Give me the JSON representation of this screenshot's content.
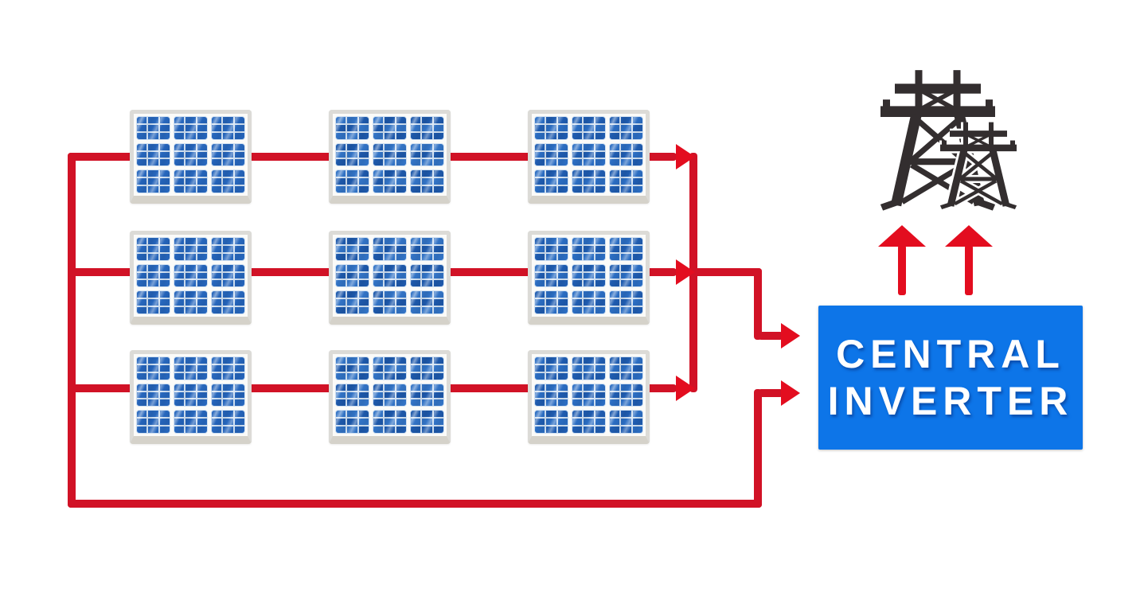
{
  "diagram": {
    "inverter": {
      "line1": "CENTRAL",
      "line2": "INVERTER"
    },
    "array": {
      "strings": 3,
      "panels_per_string": 3,
      "total_panels": 9
    },
    "flow": {
      "string_outputs": 3,
      "inverter_inputs": 2,
      "grid_feed_arrows": 2,
      "towers": 2
    },
    "icons": [
      "solar-panel-icon",
      "transmission-tower-icon",
      "arrow-right-icon",
      "arrow-up-icon"
    ],
    "colors": {
      "background": "#ffffff",
      "wire": "#d11226",
      "arrow": "#e30d1f",
      "inverter_bg": "#0d75e8",
      "inverter_text": "#ffffff",
      "tower": "#332e2f",
      "panel_frame": "#dcdbd7",
      "panel_frame_bottom": "#d5d2ca",
      "panel_bg": "#fbfbf9",
      "cell_line": "#cfe0f2"
    },
    "panel_cell_palette": [
      "#2767bd",
      "#1f5cb0",
      "#3273c5",
      "#2463b9",
      "#2b6dc2",
      "#1d58aa"
    ]
  }
}
